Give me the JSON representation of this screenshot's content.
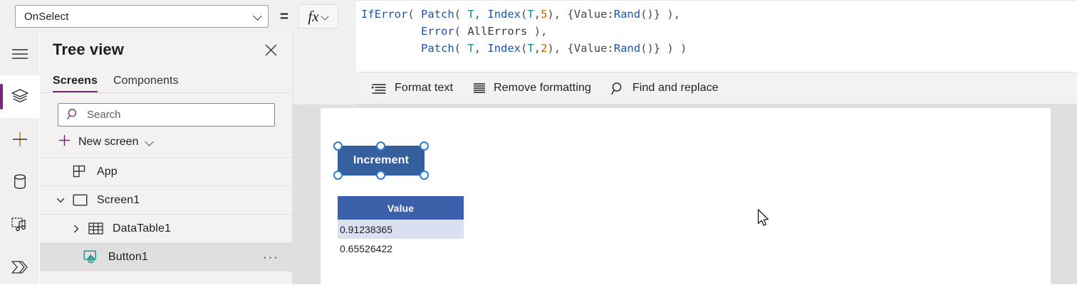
{
  "property_bar": {
    "selected_property": "OnSelect",
    "equals_sign": "=",
    "fx_label": "fx",
    "dropdown_icon": "chevron-down-icon"
  },
  "formula": {
    "lines": [
      [
        {
          "t": "IfError",
          "c": "fn"
        },
        {
          "t": "( ",
          "c": "punct"
        },
        {
          "t": "Patch",
          "c": "fn"
        },
        {
          "t": "( ",
          "c": "punct"
        },
        {
          "t": "T",
          "c": "id"
        },
        {
          "t": ", ",
          "c": "punct"
        },
        {
          "t": "Index",
          "c": "fn"
        },
        {
          "t": "(",
          "c": "punct"
        },
        {
          "t": "T",
          "c": "id"
        },
        {
          "t": ",",
          "c": "punct"
        },
        {
          "t": "5",
          "c": "num"
        },
        {
          "t": "), {Value:",
          "c": "punct"
        },
        {
          "t": "Rand",
          "c": "fn"
        },
        {
          "t": "()} ),",
          "c": "punct"
        }
      ],
      [
        {
          "t": "         ",
          "c": "plain"
        },
        {
          "t": "Error",
          "c": "fn"
        },
        {
          "t": "( ",
          "c": "punct"
        },
        {
          "t": "AllErrors",
          "c": "plain"
        },
        {
          "t": " ),",
          "c": "punct"
        }
      ],
      [
        {
          "t": "         ",
          "c": "plain"
        },
        {
          "t": "Patch",
          "c": "fn"
        },
        {
          "t": "( ",
          "c": "punct"
        },
        {
          "t": "T",
          "c": "id"
        },
        {
          "t": ", ",
          "c": "punct"
        },
        {
          "t": "Index",
          "c": "fn"
        },
        {
          "t": "(",
          "c": "punct"
        },
        {
          "t": "T",
          "c": "id"
        },
        {
          "t": ",",
          "c": "punct"
        },
        {
          "t": "2",
          "c": "num"
        },
        {
          "t": "), {Value:",
          "c": "punct"
        },
        {
          "t": "Rand",
          "c": "fn"
        },
        {
          "t": "()} ) )",
          "c": "punct"
        }
      ]
    ],
    "plain_text": "IfError( Patch( T, Index(T,5), {Value:Rand()} ),\n         Error( AllErrors ),\n         Patch( T, Index(T,2), {Value:Rand()} ) )",
    "toolbar": {
      "format_text": "Format text",
      "remove_formatting": "Remove formatting",
      "find_and_replace": "Find and replace"
    }
  },
  "rail": {
    "items": [
      {
        "name": "hamburger-menu-icon",
        "active": false
      },
      {
        "name": "tree-view-layers-icon",
        "active": true
      },
      {
        "name": "insert-plus-icon",
        "active": false
      },
      {
        "name": "data-database-icon",
        "active": false
      },
      {
        "name": "media-icon",
        "active": false
      },
      {
        "name": "power-automate-flow-icon",
        "active": false
      }
    ]
  },
  "tree_view": {
    "title": "Tree view",
    "close_label": "✕",
    "tabs": [
      {
        "label": "Screens",
        "active": true
      },
      {
        "label": "Components",
        "active": false
      }
    ],
    "search": {
      "placeholder": "Search",
      "value": ""
    },
    "new_screen": {
      "label": "New screen"
    },
    "items": [
      {
        "label": "App",
        "indent": 1,
        "icon": "app-grid-icon",
        "twisty": "",
        "selected": false,
        "dots": ""
      },
      {
        "label": "Screen1",
        "indent": 1,
        "icon": "screen-icon",
        "twisty": "v",
        "selected": false,
        "dots": ""
      },
      {
        "label": "DataTable1",
        "indent": 2,
        "icon": "datatable-icon",
        "twisty": ">",
        "selected": false,
        "dots": ""
      },
      {
        "label": "Button1",
        "indent": 3,
        "icon": "button-icon",
        "twisty": "",
        "selected": true,
        "dots": "···"
      }
    ]
  },
  "canvas": {
    "button": {
      "label": "Increment",
      "fill": "#36609d",
      "text_color": "#ffffff",
      "selected": true,
      "handle_count": 6
    },
    "data_table": {
      "header": "Value",
      "header_fill": "#3b5fa9",
      "selected_row_fill": "#dae0ef",
      "rows": [
        {
          "value": "0.91238365",
          "selected": true
        },
        {
          "value": "0.65526422",
          "selected": false
        }
      ]
    },
    "cursor": "mouse-pointer-arrow"
  },
  "theme": {
    "accent_purple": "#742774",
    "panel_bg": "#f3f2f1",
    "canvas_bg": "#dfdfdf",
    "syntax_function": "#1a54a8",
    "syntax_identifier": "#0f8a8a",
    "syntax_number": "#c86400"
  }
}
